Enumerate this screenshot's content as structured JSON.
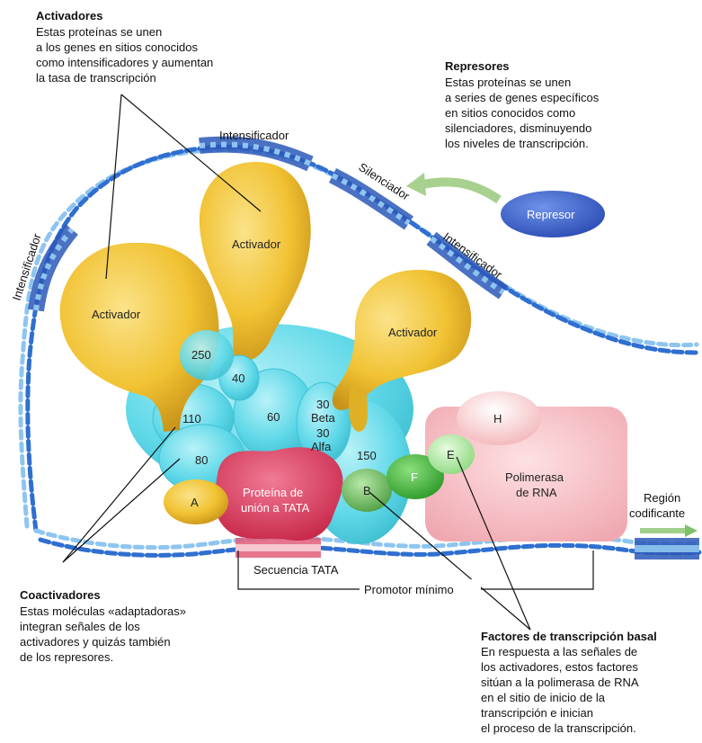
{
  "activadores_block": {
    "title": "Activadores",
    "lines": [
      "Estas proteínas se unen",
      "a los genes en sitios conocidos",
      "como intensificadores y aumentan",
      " la tasa de transcripción"
    ]
  },
  "represores_block": {
    "title": "Represores",
    "lines": [
      "Estas proteínas se unen",
      "a series de genes específicos",
      "en sitios conocidos como",
      "silenciadores, disminuyendo",
      "los niveles de transcripción."
    ]
  },
  "coactivadores_block": {
    "title": "Coactivadores",
    "lines": [
      "Estas moléculas «adaptadoras»",
      "integran señales de los",
      "activadores y quizás también",
      "de los represores."
    ]
  },
  "factores_block": {
    "title": "Factores de transcripción basal",
    "lines": [
      "En respuesta a las señales de",
      "los activadores, estos factores",
      "sitúan a la polimerasa de RNA",
      "en el sitio de inicio de la",
      "transcripción e inician",
      "el proceso de la transcripción."
    ]
  },
  "dna_labels": {
    "intensificador_top": "Intensificador",
    "intensificador_left": "Intensificador",
    "intensificador_right": "Intensificador",
    "silenciador": "Silenciador"
  },
  "shapes": {
    "represor": "Represor",
    "activador_left": "Activador",
    "activador_center": "Activador",
    "activador_right": "Activador",
    "sub_250": "250",
    "sub_40": "40",
    "sub_60": "60",
    "sub_110": "110",
    "sub_80": "80",
    "sub_30beta_1": "30",
    "sub_30beta_2": "Beta",
    "sub_30alfa_1": "30",
    "sub_30alfa_2": "Alfa",
    "sub_150": "150",
    "factor_a": "A",
    "factor_b": "B",
    "factor_f": "F",
    "factor_e": "E",
    "factor_h": "H",
    "tata_protein_1": "Proteína de",
    "tata_protein_2": "unión a TATA",
    "polimerasa_1": "Polimerasa",
    "polimerasa_2": "de RNA"
  },
  "region_codificante": [
    "Región",
    "codificante"
  ],
  "secuencia_tata": "Secuencia TATA",
  "promotor_minimo": "Promotor mínimo",
  "colors": {
    "activator": "#f1c232",
    "activator_dark": "#d9a520",
    "coactivator": "#5fd8e8",
    "coactivator_light": "#8ae6f0",
    "dna_blue": "#2f6fd0",
    "dna_light": "#8ec5f0",
    "tata_red": "#d9395a",
    "polimerasa": "#f3b7bd",
    "represor": "#3b5fc9",
    "factor_green": "#47b53b",
    "factor_light_green": "#a6e29a",
    "factor_a": "#f0c227"
  }
}
